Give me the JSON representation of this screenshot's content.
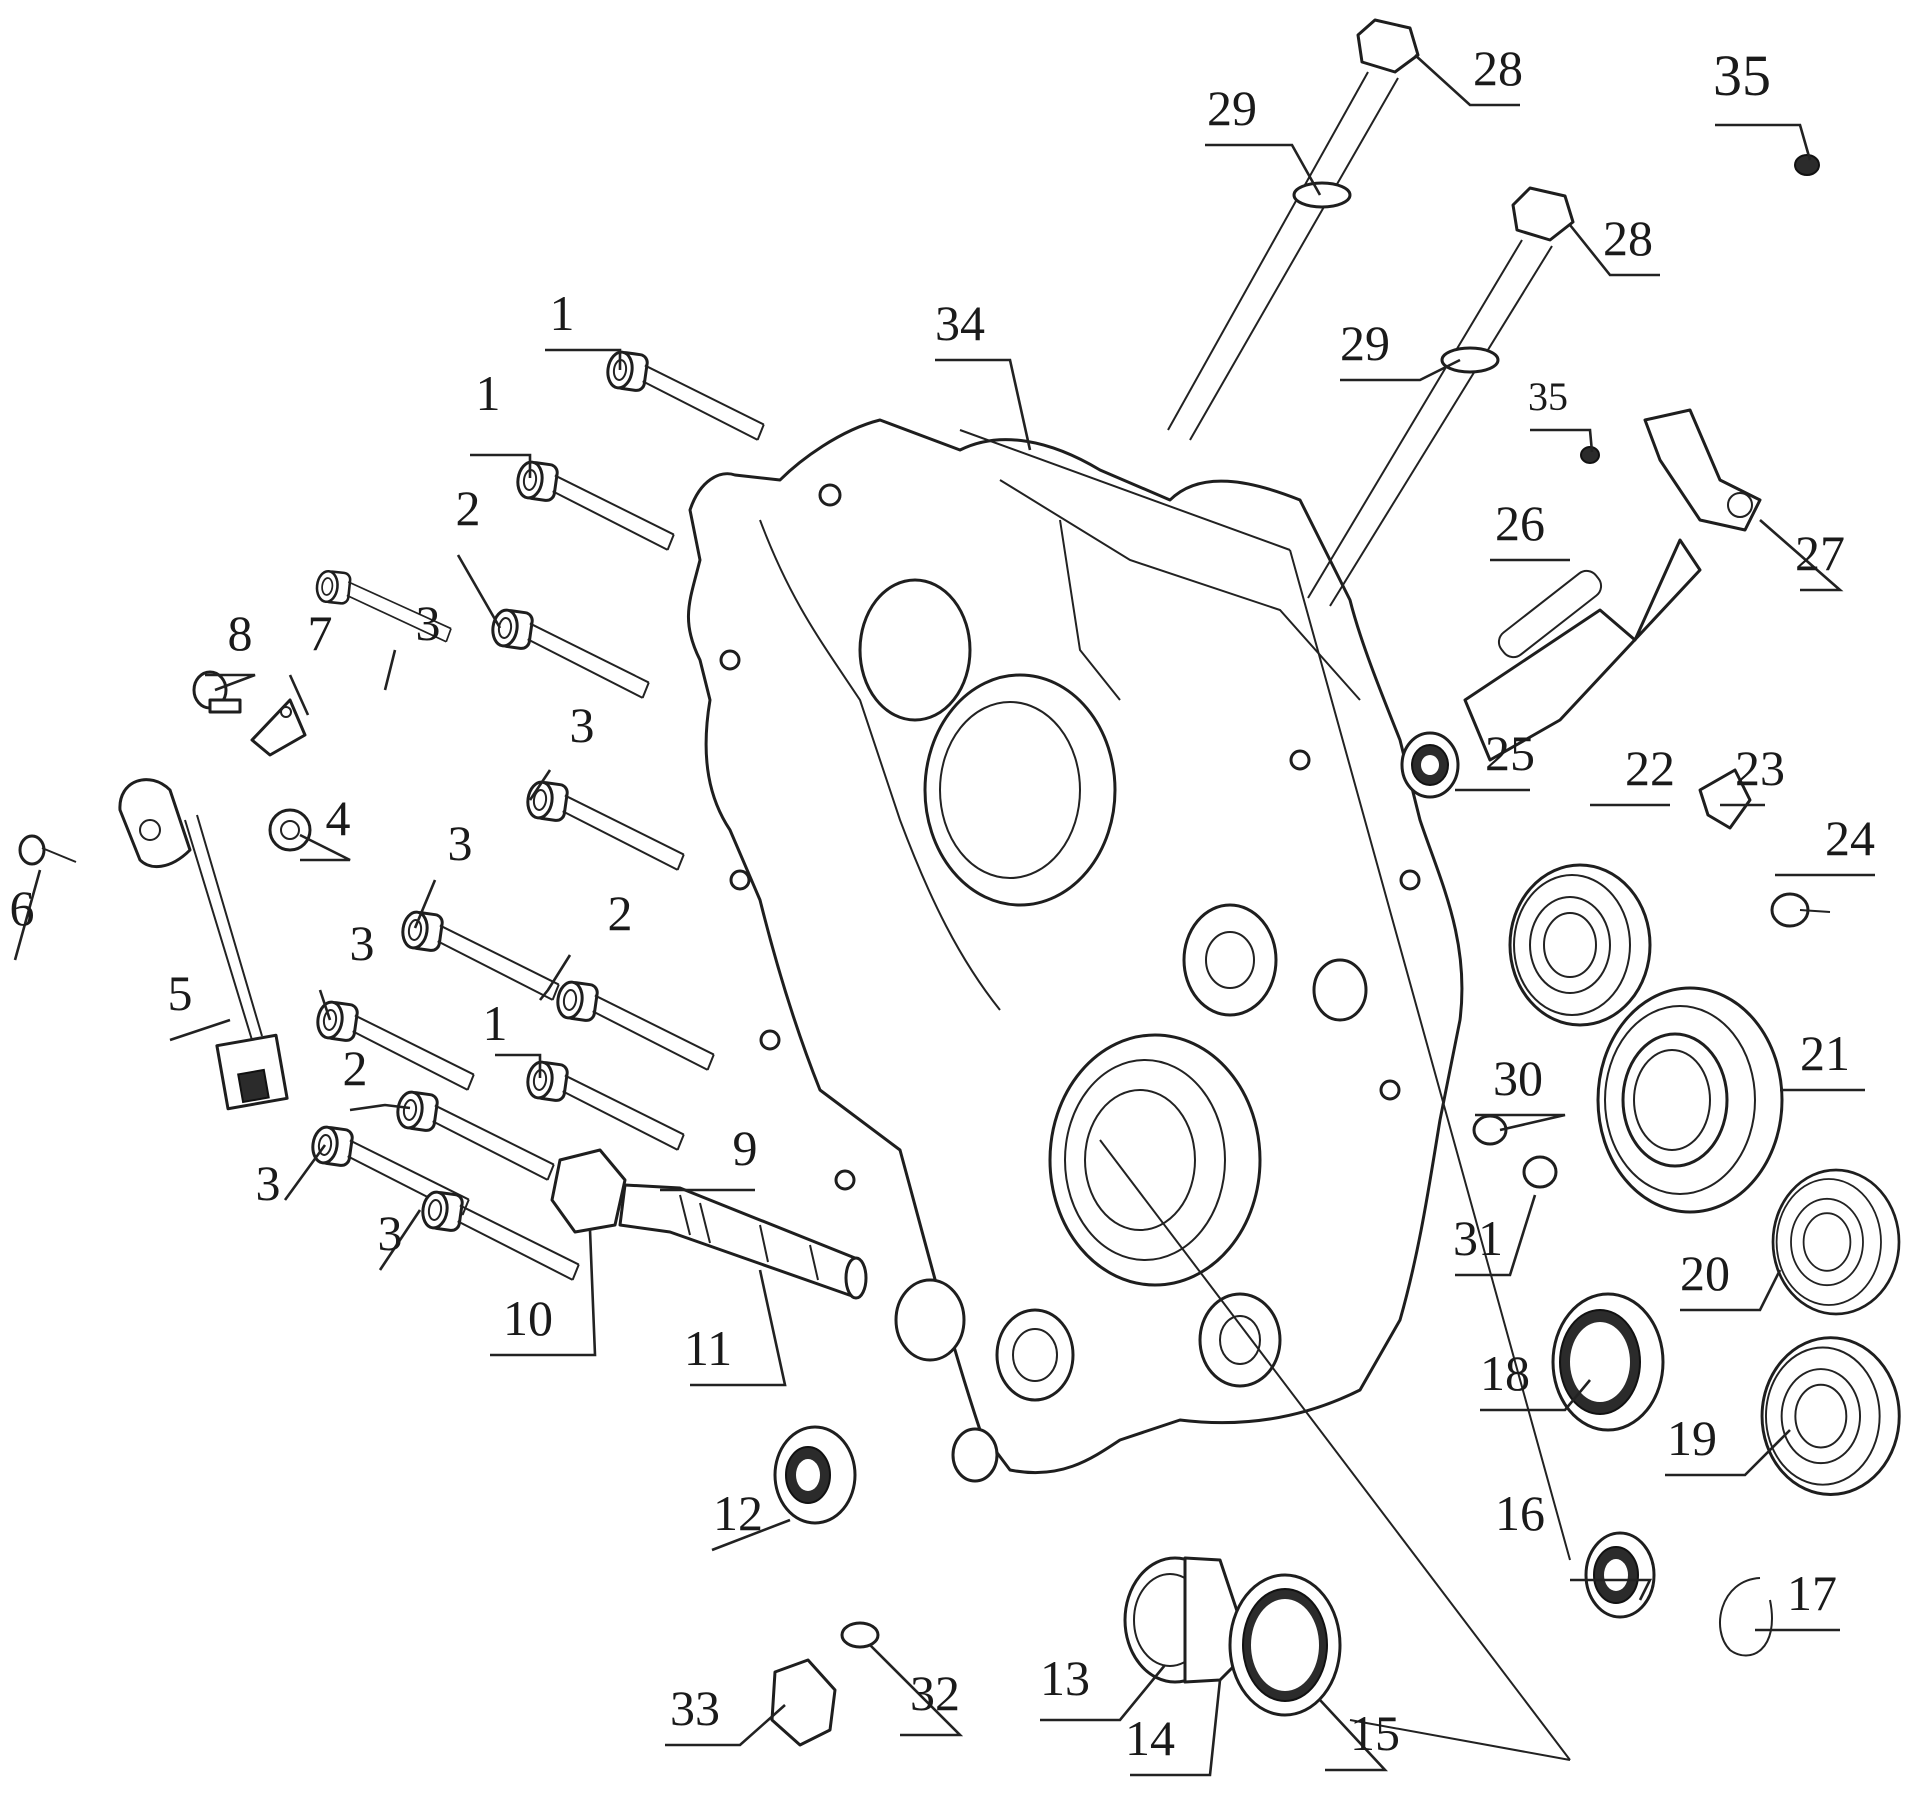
{
  "callouts": [
    {
      "id": "c1a",
      "text": "1"
    },
    {
      "id": "c1b",
      "text": "1"
    },
    {
      "id": "c1c",
      "text": "1"
    },
    {
      "id": "c2a",
      "text": "2"
    },
    {
      "id": "c2b",
      "text": "2"
    },
    {
      "id": "c2c",
      "text": "2"
    },
    {
      "id": "c3a",
      "text": "3"
    },
    {
      "id": "c3b",
      "text": "3"
    },
    {
      "id": "c3c",
      "text": "3"
    },
    {
      "id": "c3d",
      "text": "3"
    },
    {
      "id": "c3e",
      "text": "3"
    },
    {
      "id": "c3f",
      "text": "3"
    },
    {
      "id": "c4",
      "text": "4"
    },
    {
      "id": "c5",
      "text": "5"
    },
    {
      "id": "c6",
      "text": "6"
    },
    {
      "id": "c7",
      "text": "7"
    },
    {
      "id": "c8",
      "text": "8"
    },
    {
      "id": "c9",
      "text": "9"
    },
    {
      "id": "c10",
      "text": "10"
    },
    {
      "id": "c11",
      "text": "11"
    },
    {
      "id": "c12",
      "text": "12"
    },
    {
      "id": "c13",
      "text": "13"
    },
    {
      "id": "c14",
      "text": "14"
    },
    {
      "id": "c15",
      "text": "15"
    },
    {
      "id": "c16",
      "text": "16"
    },
    {
      "id": "c17",
      "text": "17"
    },
    {
      "id": "c18",
      "text": "18"
    },
    {
      "id": "c19",
      "text": "19"
    },
    {
      "id": "c20",
      "text": "20"
    },
    {
      "id": "c21",
      "text": "21"
    },
    {
      "id": "c22",
      "text": "22"
    },
    {
      "id": "c23",
      "text": "23"
    },
    {
      "id": "c24",
      "text": "24"
    },
    {
      "id": "c25",
      "text": "25"
    },
    {
      "id": "c26",
      "text": "26"
    },
    {
      "id": "c27",
      "text": "27"
    },
    {
      "id": "c28a",
      "text": "28"
    },
    {
      "id": "c28b",
      "text": "28"
    },
    {
      "id": "c29a",
      "text": "29"
    },
    {
      "id": "c29b",
      "text": "29"
    },
    {
      "id": "c30",
      "text": "30"
    },
    {
      "id": "c31",
      "text": "31"
    },
    {
      "id": "c32",
      "text": "32"
    },
    {
      "id": "c33",
      "text": "33"
    },
    {
      "id": "c34",
      "text": "34"
    },
    {
      "id": "c35a",
      "text": "35"
    },
    {
      "id": "c35b",
      "text": "35"
    }
  ]
}
